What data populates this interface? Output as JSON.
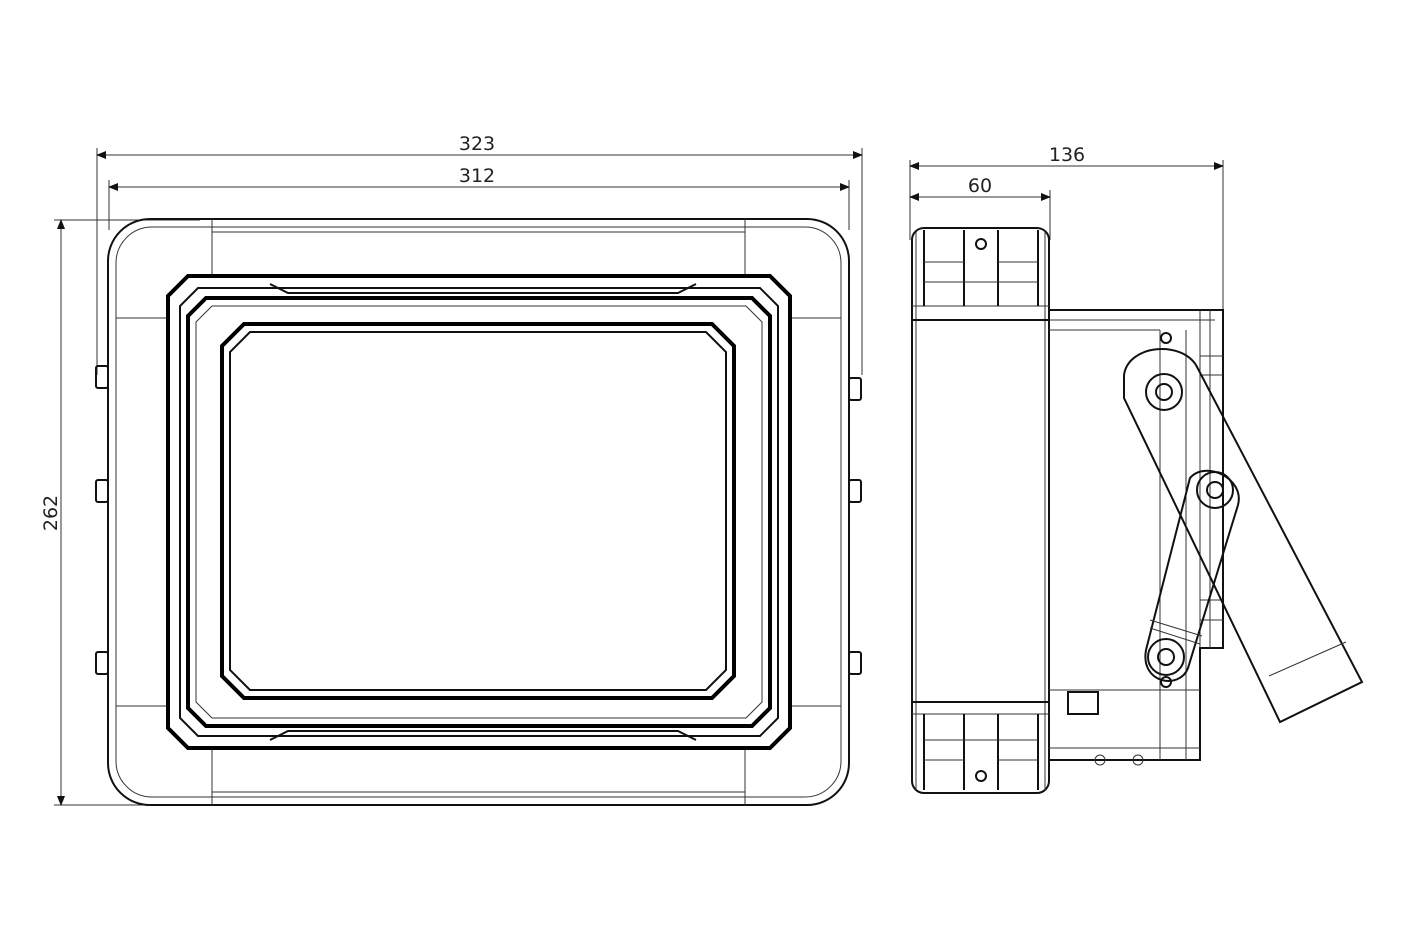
{
  "dimensions": {
    "front_total_width": "323",
    "front_inner_width": "312",
    "front_height": "262",
    "side_total_depth": "136",
    "side_body_depth": "60"
  }
}
